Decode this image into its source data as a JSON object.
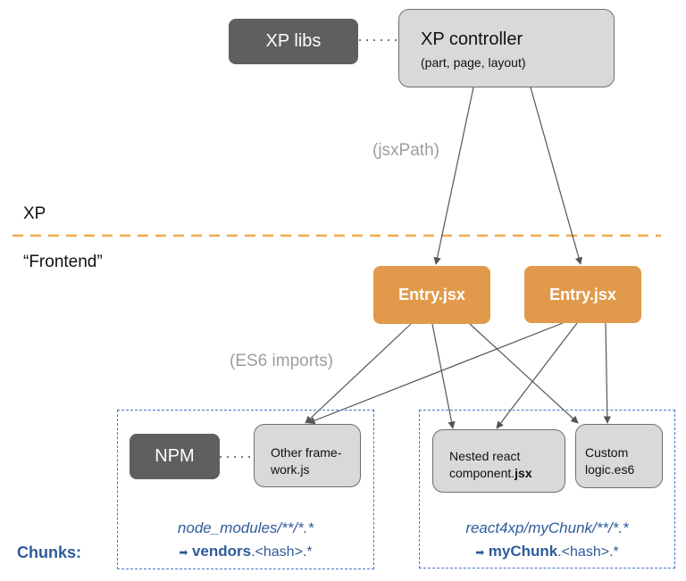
{
  "nodes": {
    "xp_libs": "XP libs",
    "xp_controller_title": "XP controller",
    "xp_controller_sub": "(part, page, layout)",
    "entry_left": "Entry.jsx",
    "entry_right": "Entry.jsx",
    "npm": "NPM",
    "other_framework_line1": "Other frame-",
    "other_framework_line2": "work.js",
    "nested_line1": "Nested react",
    "nested_line2_a": "component.",
    "nested_line2_b": "jsx",
    "custom_line1": "Custom",
    "custom_line2": "logic.es6"
  },
  "labels": {
    "jsxpath": "(jsxPath)",
    "xp": "XP",
    "frontend": "“Frontend”",
    "es6_imports": "(ES6 imports)",
    "chunks": "Chunks:"
  },
  "chunks": {
    "vendors_path": "node_modules/**/*.*",
    "vendors_arrow": "➡",
    "vendors_name": "vendors",
    "vendors_suffix": ".<hash>.*",
    "mychunk_path": "react4xp/myChunk/**/*.*",
    "mychunk_arrow": "➡",
    "mychunk_name": "myChunk",
    "mychunk_suffix": ".<hash>.*"
  },
  "colors": {
    "dark_box": "#5f5f5f",
    "grey_box": "#d9d9d9",
    "orange": "#e19a4b",
    "blue": "#2f5b9b",
    "dashed_blue": "#4a74c8",
    "separator": "#f0a94e"
  }
}
